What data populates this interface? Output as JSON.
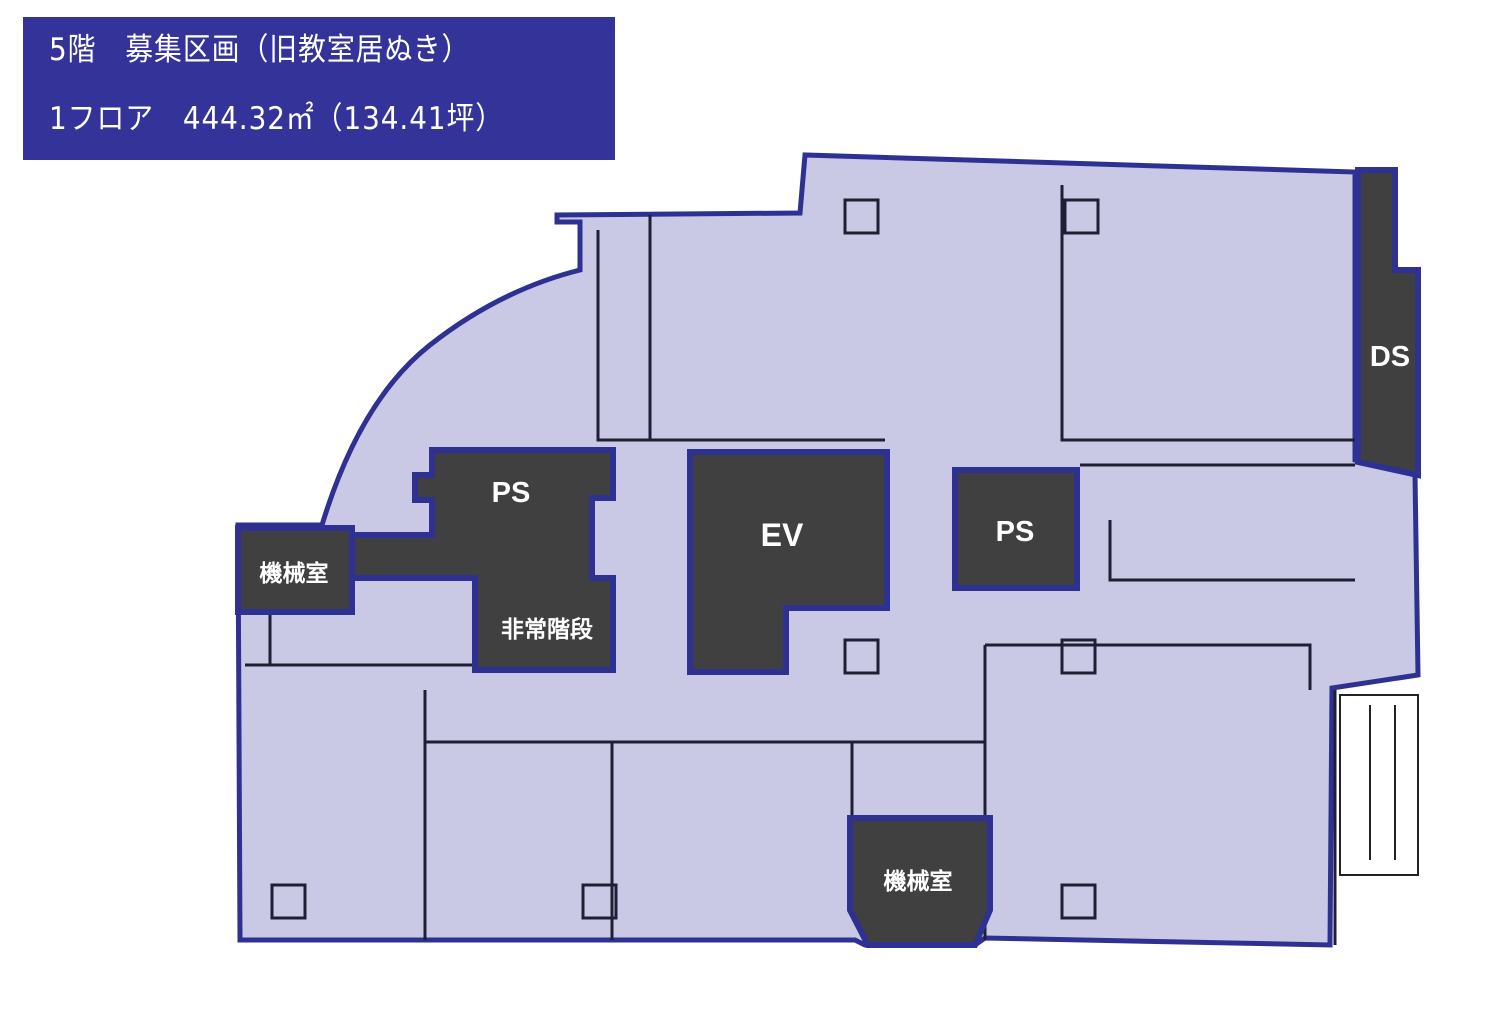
{
  "header": {
    "line1": "5階　募集区画（旧教室居ぬき）",
    "line2": "1フロア　444.32㎡（134.41坪）"
  },
  "rooms": {
    "ps_left": "PS",
    "stairs": "非常階段",
    "ev": "EV",
    "ps_right": "PS",
    "ds": "DS",
    "machine_left": "機械室",
    "machine_bottom": "機械室"
  },
  "colors": {
    "header": "#333399",
    "area_fill": "#c9c9e6",
    "outline": "#2e3192",
    "core": "#404040"
  }
}
